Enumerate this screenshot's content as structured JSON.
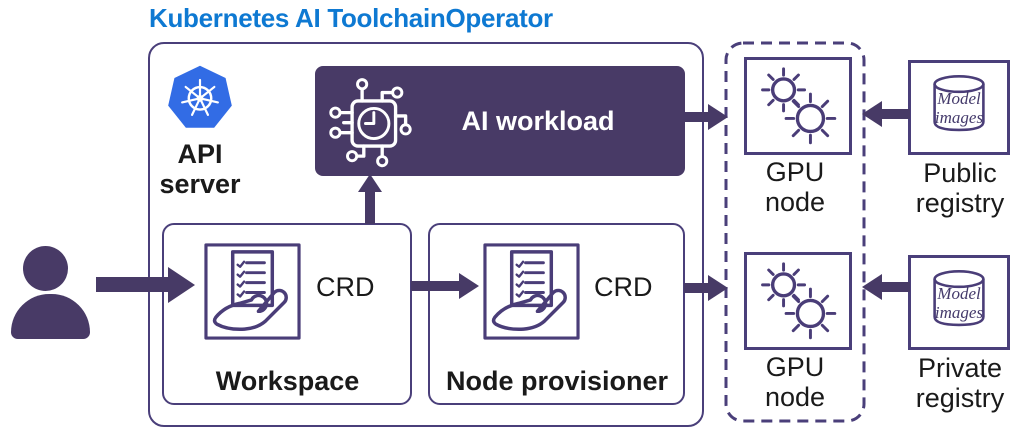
{
  "title": "Kubernetes AI ToolchainOperator",
  "colors": {
    "title_blue": "#0e79d2",
    "kubernetes_blue": "#326CE5",
    "purple_fill": "#483a66",
    "purple_border": "#4a3f7a"
  },
  "api_server": {
    "line1": "API",
    "line2": "server"
  },
  "ai_workload": {
    "label": "AI workload"
  },
  "workspace": {
    "crd": "CRD",
    "label": "Workspace"
  },
  "node_provisioner": {
    "crd": "CRD",
    "label": "Node provisioner"
  },
  "gpu_nodes": [
    {
      "line1": "GPU",
      "line2": "node"
    },
    {
      "line1": "GPU",
      "line2": "node"
    }
  ],
  "registries": [
    {
      "db_line1": "Model",
      "db_line2": "images",
      "line1": "Public",
      "line2": "registry"
    },
    {
      "db_line1": "Model",
      "db_line2": "images",
      "line1": "Private",
      "line2": "registry"
    }
  ]
}
